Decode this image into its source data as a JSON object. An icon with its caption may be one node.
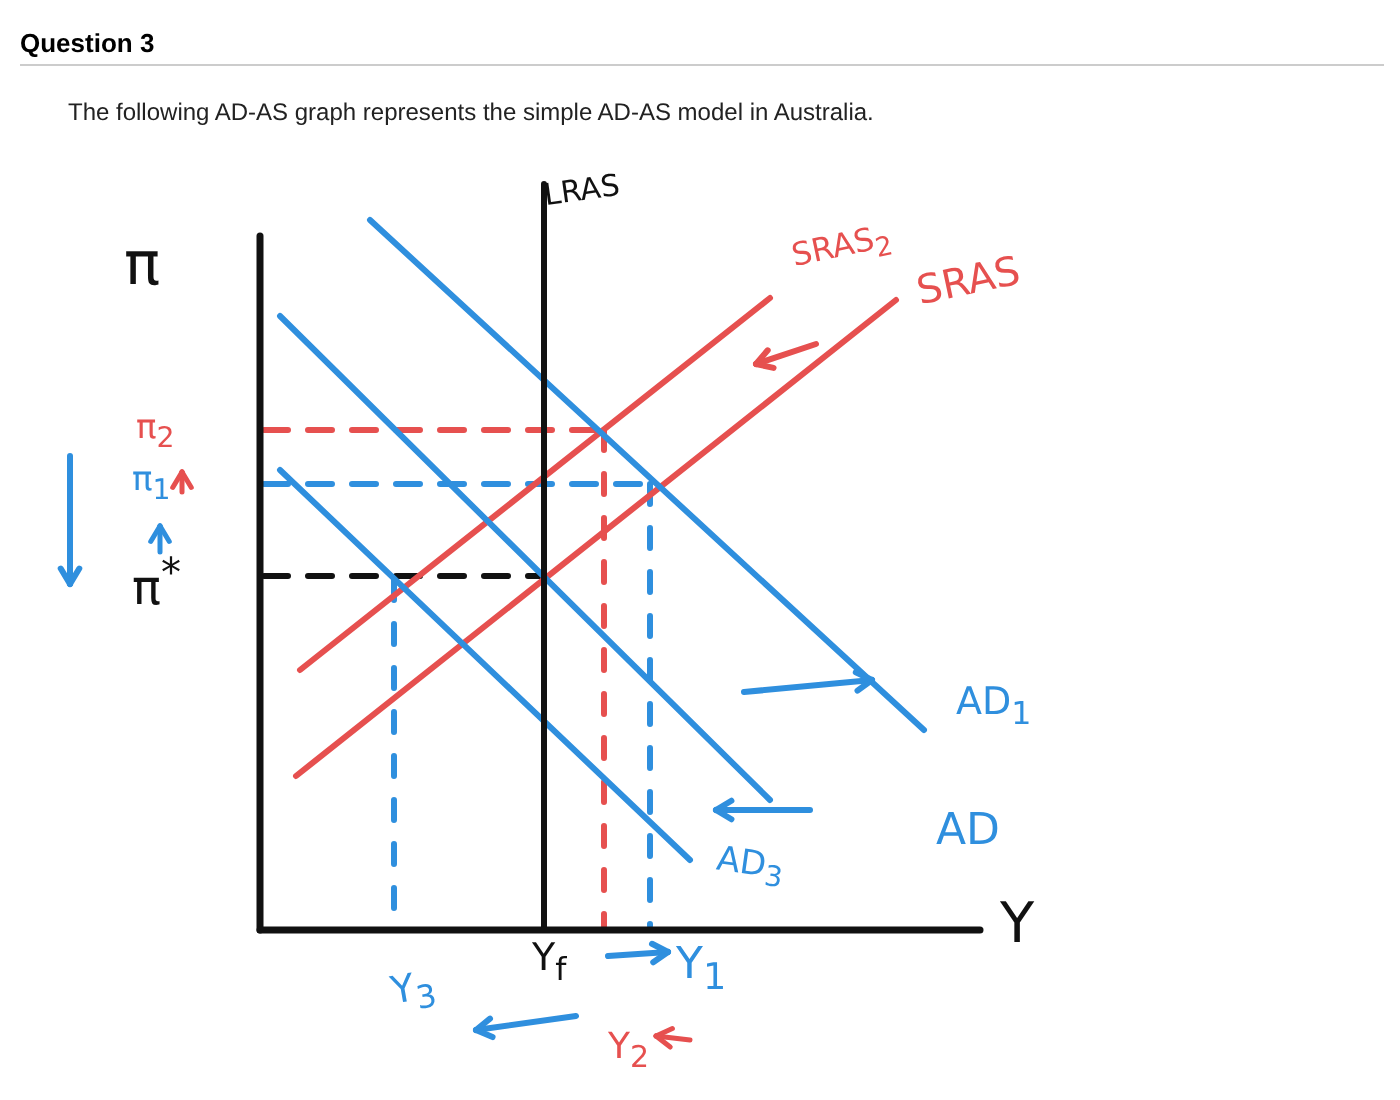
{
  "diagram": {
    "title": "Question 3",
    "labels": [
      "The following AD-AS graph represents the simple AD-AS model in Australia.",
      "π",
      "π$_{2}$",
      "π$_{1}$",
      "π$^{*}$",
      "LRAS",
      "SRAS$_{2}$",
      "SRAS",
      "AD$_{1}$",
      "AD",
      "AD$_{3}$",
      "Y",
      "Y$_{f}$",
      "Y$_{1}$",
      "Y$_{3}$",
      "Y$_{2}$"
    ]
  }
}
